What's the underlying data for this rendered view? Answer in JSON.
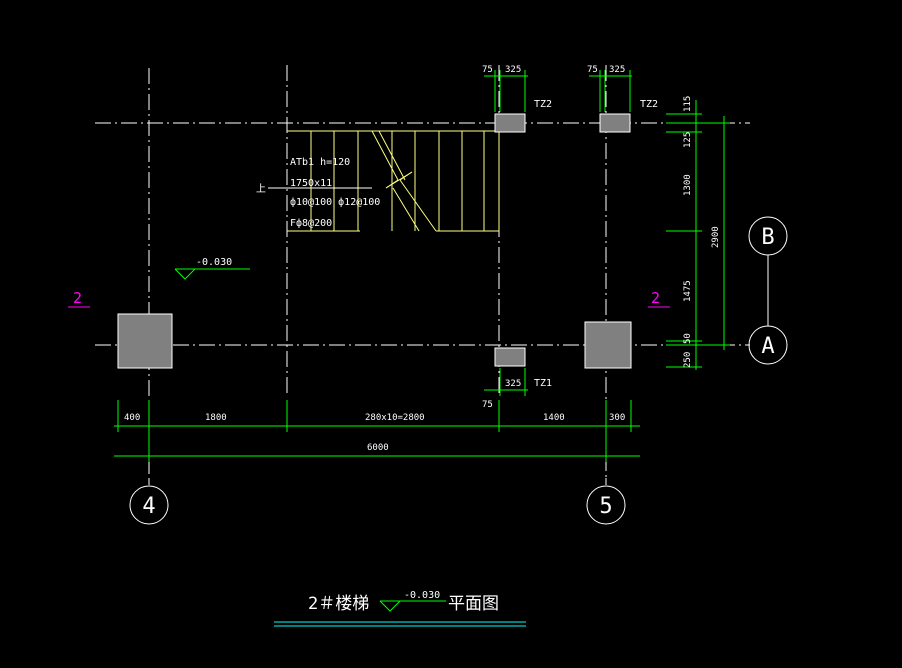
{
  "colors": {
    "background": "#000000",
    "axis_line": "#ffffff",
    "stair": "#ffff80",
    "dimension": "#00ff00",
    "column": "#808080",
    "section_mark": "#ff00ff",
    "title_underline": "#00ffff"
  },
  "axes": {
    "a4": "4",
    "a5": "5",
    "aA": "A",
    "aB": "B"
  },
  "columns": {
    "tz2_left": "TZ2",
    "tz2_right": "TZ2",
    "tz1": "TZ1"
  },
  "top_dims": {
    "left_75": "75",
    "left_325": "325",
    "right_75": "75",
    "right_325": "325"
  },
  "tz1_dims": {
    "d325": "325",
    "d75": "75"
  },
  "bottom_dims": {
    "d400": "400",
    "d1800": "1800",
    "d_steps": "280x10=2800",
    "d1400": "1400",
    "d300": "300",
    "total": "6000"
  },
  "right_dims": {
    "d115": "115",
    "d125": "125",
    "d1300": "1300",
    "d1475": "1475",
    "d50": "50",
    "d250": "250",
    "total": "2900"
  },
  "stair_notes": {
    "line1": "ATb1 h=120",
    "line2": "1750x11",
    "line3": "ф10@100 ф12@100",
    "line4": "Fф8@200",
    "up_mark": "上"
  },
  "elevation": {
    "plan_mark": "-0.030",
    "title_mark": "-0.030"
  },
  "section_marks": {
    "left": "2",
    "right": "2"
  },
  "title": {
    "part1": "2＃楼梯",
    "part2": "平面图"
  }
}
